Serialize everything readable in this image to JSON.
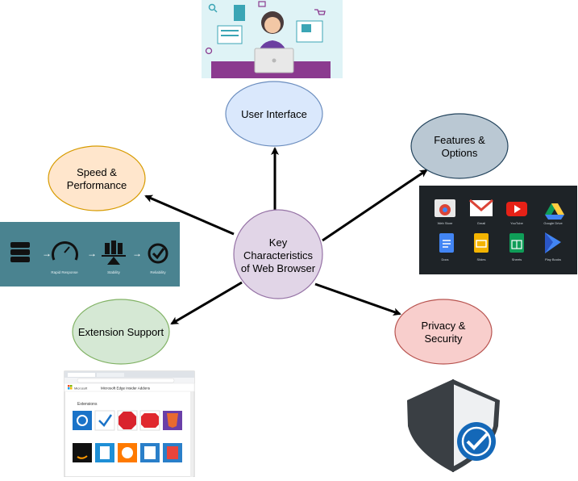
{
  "diagram": {
    "center": {
      "lines": [
        "Key",
        "Characteristics",
        "of Web Browser"
      ]
    },
    "nodes": [
      {
        "id": "user-interface",
        "lines": [
          "User Interface"
        ]
      },
      {
        "id": "features-options",
        "lines": [
          "Features &",
          "Options"
        ]
      },
      {
        "id": "speed-performance",
        "lines": [
          "Speed &",
          "Performance"
        ]
      },
      {
        "id": "extension-support",
        "lines": [
          "Extension Support"
        ]
      },
      {
        "id": "privacy-security",
        "lines": [
          "Privacy &",
          "Security"
        ]
      }
    ]
  },
  "illustrations": {
    "speed_steps": [
      "Rapid Response",
      "Stability",
      "Reliability"
    ],
    "app_icons": [
      "Web Store",
      "Gmail",
      "YouTube",
      "Google Drive",
      "Docs",
      "Slides",
      "Sheets",
      "Play Books"
    ],
    "extensions_window": {
      "brand": "Microsoft",
      "header": "Microsoft Edge Insider Addons",
      "section": "Extensions"
    }
  },
  "colors": {
    "user_interface": "#dae8fc",
    "features_options": "#bac8d3",
    "speed_performance": "#ffe6cc",
    "extension_support": "#d5e8d4",
    "privacy_security": "#f8cecc",
    "center": "#e1d5e7",
    "speed_panel": "#4a8390",
    "apps_panel": "#1e2327",
    "shield_dark": "#3a3f44",
    "shield_check": "#1468b8"
  }
}
